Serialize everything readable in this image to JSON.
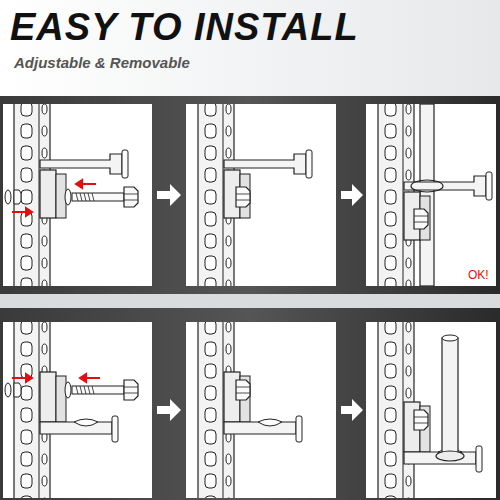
{
  "diagram": {
    "title": "EASY TO INSTALL",
    "labels": [
      "Adjustable & Removable",
      "OK!"
    ]
  }
}
